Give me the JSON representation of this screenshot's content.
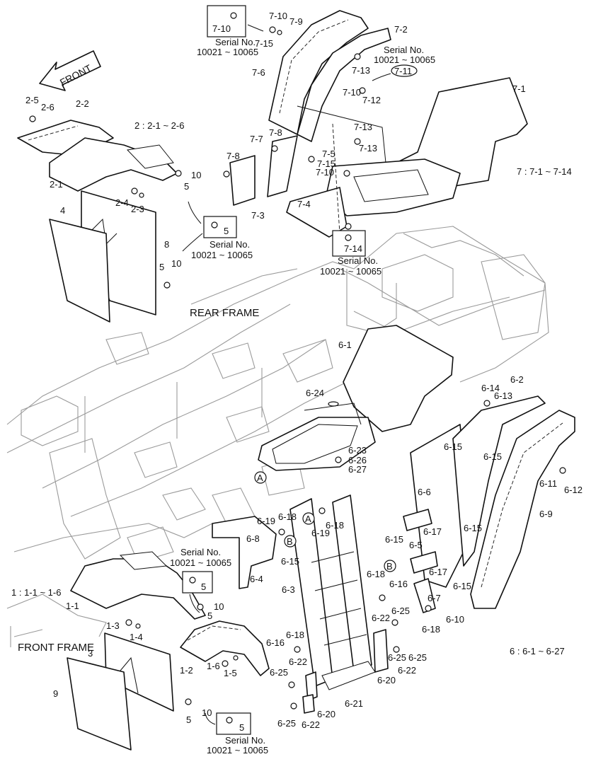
{
  "labels": {
    "front_arrow": "FRONT",
    "rear_frame": "REAR FRAME",
    "front_frame": "FRONT FRAME",
    "group_2": "2 : 2-1 ~ 2-6",
    "group_7": "7 : 7-1 ~ 7-14",
    "group_1": "1 : 1-1 ~ 1-6",
    "group_6": "6 : 6-1 ~ 6-27",
    "serial_title": "Serial No.",
    "serial_range": "10021 ~ 10065",
    "circle_a": "A",
    "circle_b": "B"
  },
  "boxed_callouts": [
    "7-10",
    "5",
    "7-14",
    "5",
    "5"
  ],
  "circled_callouts": [
    "7-11"
  ],
  "part_numbers": [
    "2-5",
    "2-6",
    "2-2",
    "2-1",
    "2-4",
    "2-3",
    "4",
    "8",
    "5",
    "10",
    "5",
    "10",
    "7-10",
    "7-9",
    "7-15",
    "7-2",
    "7-6",
    "7-13",
    "7-10",
    "7-12",
    "7-1",
    "7-8",
    "7-7",
    "7-8",
    "7-13",
    "7-5",
    "7-15",
    "7-10",
    "7-13",
    "7-3",
    "7-4",
    "6-1",
    "6-24",
    "6-23",
    "6-26",
    "6-27",
    "6-14",
    "6-13",
    "6-2",
    "6-15",
    "6-15",
    "6-11",
    "6-12",
    "6-6",
    "6-17",
    "6-15",
    "6-9",
    "6-19",
    "6-18",
    "6-8",
    "6-19",
    "6-18",
    "6-15",
    "6-4",
    "6-3",
    "6-15",
    "6-5",
    "6-17",
    "6-15",
    "6-18",
    "6-16",
    "6-7",
    "6-18",
    "6-10",
    "6-22",
    "6-25",
    "6-16",
    "6-18",
    "6-22",
    "6-25",
    "6-20",
    "6-25",
    "6-22",
    "6-25",
    "6-21",
    "6-20",
    "6-25",
    "6-22",
    "1-1",
    "10",
    "5",
    "1-3",
    "1-4",
    "1-2",
    "1-6",
    "1-5",
    "3",
    "9",
    "5",
    "10"
  ]
}
